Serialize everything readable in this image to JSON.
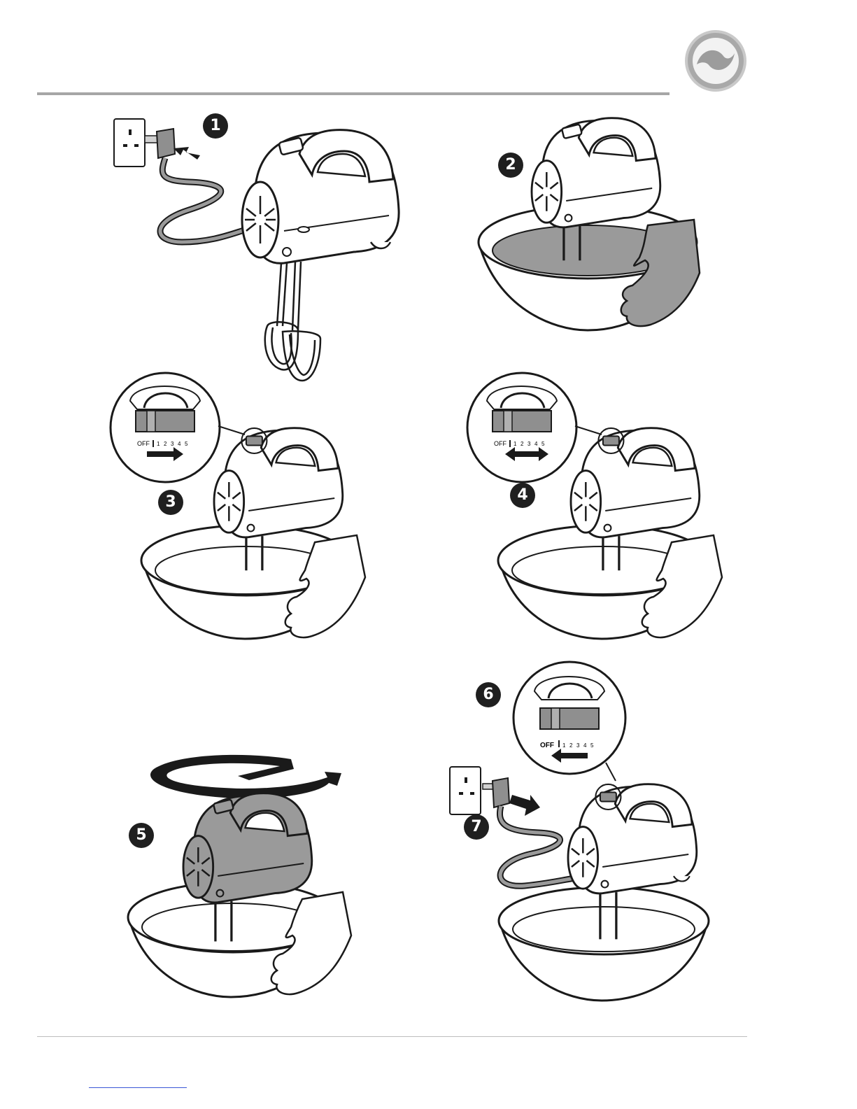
{
  "steps": [
    {
      "number": "1"
    },
    {
      "number": "2"
    },
    {
      "number": "3"
    },
    {
      "number": "4"
    },
    {
      "number": "5"
    },
    {
      "number": "6"
    },
    {
      "number": "7"
    }
  ],
  "speed_dial": {
    "off_label": "OFF",
    "speeds": [
      "1",
      "2",
      "3",
      "4",
      "5"
    ]
  },
  "colors": {
    "line": "#1a1a1a",
    "fill_grey": "#9a9a9a",
    "light_grey": "#bdbdbd",
    "rule": "#a6a6a6",
    "logo_grey": "#b5b5b5"
  },
  "icons": {
    "logo": "brand-swirl-logo",
    "plug": "plug-icon",
    "arrow": "arrow-icon",
    "rotate": "rotate-arrow-icon"
  }
}
